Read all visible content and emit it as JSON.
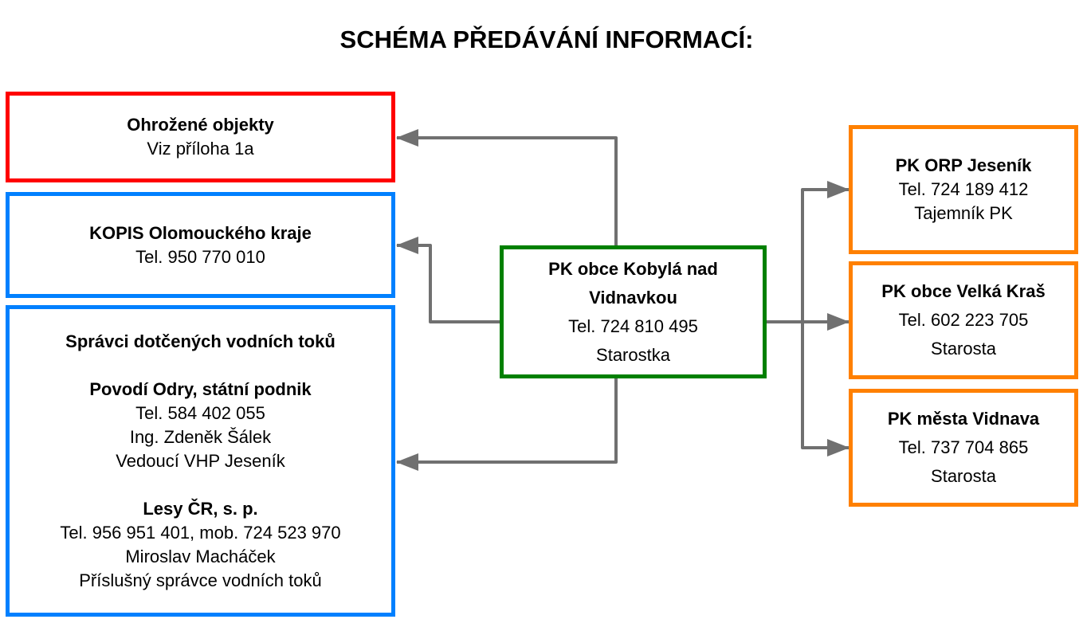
{
  "title": "SCHÉMA PŘEDÁVÁNÍ INFORMACÍ:",
  "colors": {
    "red": "#ff0000",
    "blue": "#0080ff",
    "green": "#008000",
    "orange": "#ff8000",
    "arrow": "#707070"
  },
  "left": {
    "threatened": {
      "heading": "Ohrožené objekty",
      "line": "Viz příloha 1a"
    },
    "kopis": {
      "heading": "KOPIS Olomouckého kraje",
      "phone": "Tel. 950 770 010"
    },
    "managers": {
      "heading": "Správci dotčených vodních toků",
      "odra": {
        "heading": "Povodí Odry, státní podnik",
        "phone": "Tel. 584 402 055",
        "person": "Ing. Zdeněk Šálek",
        "role": "Vedoucí VHP Jeseník"
      },
      "lesy": {
        "heading": "Lesy ČR, s. p.",
        "phone": "Tel. 956 951 401, mob. 724 523 970",
        "person": "Miroslav Macháček",
        "role": "Příslušný správce vodních toků"
      }
    }
  },
  "center": {
    "heading_1": "PK obce Kobylá nad",
    "heading_2": "Vidnavkou",
    "phone": "Tel. 724 810 495",
    "role": "Starostka"
  },
  "right": [
    {
      "heading": "PK ORP Jeseník",
      "phone": "Tel. 724 189 412",
      "role": "Tajemník PK"
    },
    {
      "heading": "PK obce Velká Kraš",
      "phone": "Tel. 602 223 705",
      "role": "Starosta"
    },
    {
      "heading": "PK města Vidnava",
      "phone": "Tel. 737 704 865",
      "role": "Starosta"
    }
  ]
}
